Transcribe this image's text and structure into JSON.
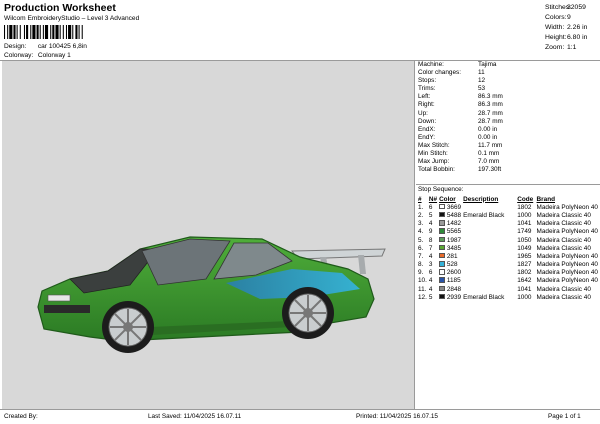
{
  "header": {
    "title": "Production Worksheet",
    "subtitle": "Wilcom EmbroideryStudio – Level 3 Advanced",
    "design_label": "Design:",
    "design_value": "car 100425 6,8in",
    "colorway_label": "Colorway:",
    "colorway_value": "Colorway 1"
  },
  "summary": [
    {
      "label": "Stitches:",
      "value": "32059"
    },
    {
      "label": "Colors:",
      "value": "9"
    },
    {
      "label": "Width:",
      "value": "2.26 in"
    },
    {
      "label": "Height:",
      "value": "6.80 in"
    },
    {
      "label": "Zoom:",
      "value": "1:1"
    }
  ],
  "info": [
    {
      "label": "Machine:",
      "value": "Tajima"
    },
    {
      "label": "Color changes:",
      "value": "11"
    },
    {
      "label": "Stops:",
      "value": "12"
    },
    {
      "label": "Trims:",
      "value": "53"
    },
    {
      "label": "Left:",
      "value": "86.3 mm"
    },
    {
      "label": "Right:",
      "value": "86.3 mm"
    },
    {
      "label": "Up:",
      "value": "28.7 mm"
    },
    {
      "label": "Down:",
      "value": "28.7 mm"
    },
    {
      "label": "EndX:",
      "value": "0.00 in"
    },
    {
      "label": "EndY:",
      "value": "0.00 in"
    },
    {
      "label": "Max Stitch:",
      "value": "11.7 mm"
    },
    {
      "label": "Min Stitch:",
      "value": "0.1 mm"
    },
    {
      "label": "Max Jump:",
      "value": "7.0 mm"
    },
    {
      "label": "Total Bobbin:",
      "value": "197.30ft"
    }
  ],
  "sequence": {
    "title": "Stop Sequence:",
    "headers": [
      "#",
      "N#",
      "Color",
      "Description",
      "Code",
      "Brand"
    ],
    "rows": [
      {
        "num": "1.",
        "n": "6",
        "swatch": "#ffffff",
        "color": "3669",
        "desc": "",
        "code": "1802",
        "brand": "Madeira PolyNeon 40"
      },
      {
        "num": "2.",
        "n": "5",
        "swatch": "#111111",
        "color": "5488",
        "desc": "Emerald Black",
        "code": "1000",
        "brand": "Madeira Classic 40"
      },
      {
        "num": "3.",
        "n": "4",
        "swatch": "#9a9a9a",
        "color": "1482",
        "desc": "",
        "code": "1041",
        "brand": "Madeira Classic 40"
      },
      {
        "num": "4.",
        "n": "9",
        "swatch": "#2f8a3a",
        "color": "5565",
        "desc": "",
        "code": "1749",
        "brand": "Madeira PolyNeon 40"
      },
      {
        "num": "5.",
        "n": "8",
        "swatch": "#5e9c5c",
        "color": "1987",
        "desc": "",
        "code": "1050",
        "brand": "Madeira Classic 40"
      },
      {
        "num": "6.",
        "n": "7",
        "swatch": "#5aa832",
        "color": "3485",
        "desc": "",
        "code": "1049",
        "brand": "Madeira Classic 40"
      },
      {
        "num": "7.",
        "n": "4",
        "swatch": "#e86a2a",
        "color": "281",
        "desc": "",
        "code": "1965",
        "brand": "Madeira PolyNeon 40"
      },
      {
        "num": "8.",
        "n": "3",
        "swatch": "#35b3d9",
        "color": "528",
        "desc": "",
        "code": "1827",
        "brand": "Madeira PolyNeon 40"
      },
      {
        "num": "9.",
        "n": "6",
        "swatch": "#ffffff",
        "color": "2600",
        "desc": "",
        "code": "1802",
        "brand": "Madeira PolyNeon 40"
      },
      {
        "num": "10.",
        "n": "4",
        "swatch": "#2a54a8",
        "color": "1185",
        "desc": "",
        "code": "1642",
        "brand": "Madeira PolyNeon 40"
      },
      {
        "num": "11.",
        "n": "4",
        "swatch": "#8a8a8a",
        "color": "2848",
        "desc": "",
        "code": "1041",
        "brand": "Madeira Classic 40"
      },
      {
        "num": "12.",
        "n": "5",
        "swatch": "#111111",
        "color": "2939",
        "desc": "Emerald Black",
        "code": "1000",
        "brand": "Madeira Classic 40"
      }
    ]
  },
  "footer": {
    "created_by": "Created By:",
    "last_saved": "Last Saved: 11/04/2025 16.07.11",
    "printed": "Printed: 11/04/2025 16.07.15",
    "page": "Page 1 of 1"
  }
}
